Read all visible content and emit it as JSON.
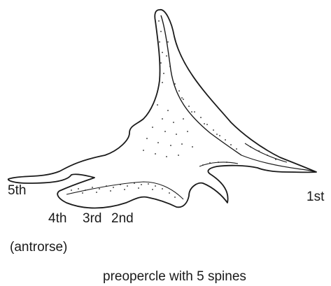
{
  "figure": {
    "caption": "preopercle with 5 spines",
    "spine_labels": {
      "first": "1st",
      "second": "2nd",
      "third": "3rd",
      "fourth": "4th",
      "fifth": "5th",
      "note": "(antrorse)"
    },
    "colors": {
      "ink": "#1a1a1a",
      "background": "#ffffff"
    }
  }
}
